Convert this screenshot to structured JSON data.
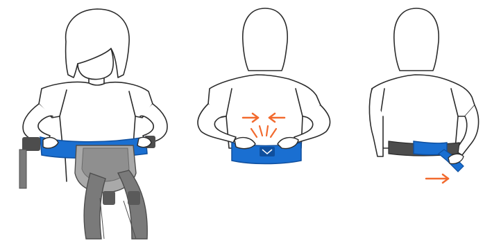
{
  "colors": {
    "outline": "#2b2b2b",
    "belt_blue": "#1a6fd1",
    "belt_blue_dark": "#0f4f9e",
    "strap_gray": "#7a7a7a",
    "strap_gray_dark": "#4d4d4d",
    "carrier_gray": "#a9a9a9",
    "arrow_orange": "#f26a2e",
    "background": "#ffffff"
  },
  "steps": [
    {
      "id": "step-1",
      "icons": [
        "person-front-icon",
        "waist-belt-icon",
        "baby-carrier-icon"
      ]
    },
    {
      "id": "step-2",
      "icons": [
        "person-back-icon",
        "waist-belt-icon",
        "buckle-icon",
        "inward-arrows-icon",
        "motion-lines-icon"
      ]
    },
    {
      "id": "step-3",
      "icons": [
        "person-back-side-icon",
        "waist-belt-icon",
        "strap-tail-icon",
        "right-arrow-icon"
      ]
    }
  ]
}
